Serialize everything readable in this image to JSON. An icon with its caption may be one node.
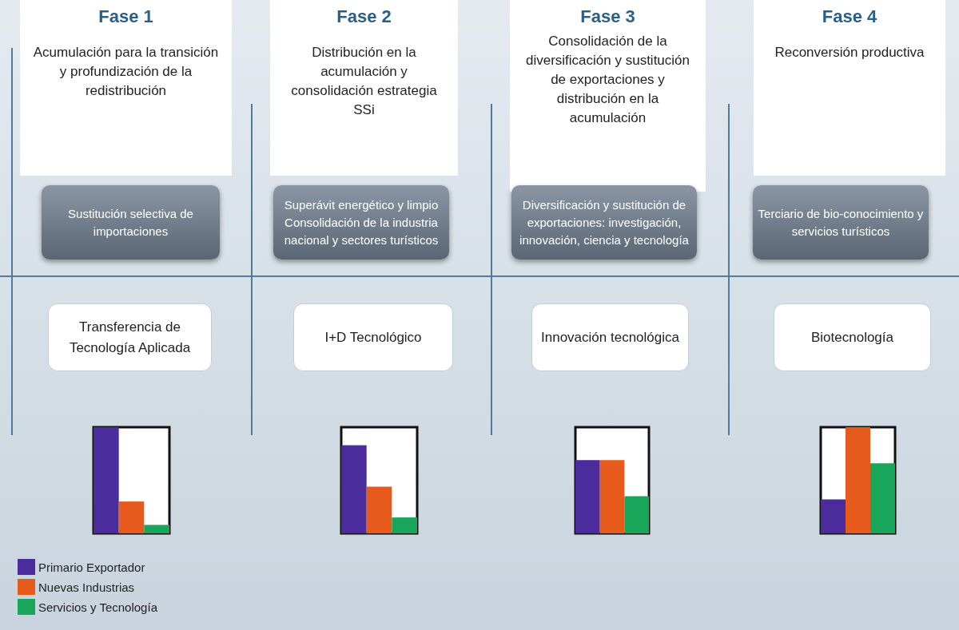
{
  "diagram": {
    "nodes": [
      {
        "text": [
          "Fase 1",
          "Acumulación para la transición y profundización de la redistribución"
        ]
      },
      {
        "text": [
          "Fase 2",
          "Distribución en la acumulación y consolidación estrategia SSi"
        ]
      },
      {
        "text": [
          "Fase 3",
          "Consolidación de la diversificación y sustitución de exportaciones y distribución en la acumulación"
        ]
      },
      {
        "text": [
          "Fase 4",
          "Reconversión productiva"
        ]
      },
      {
        "text": [
          "Sustitución selectiva de importaciones"
        ]
      },
      {
        "text": [
          "Superávit energético y limpio Consolidación de la industria nacional y sectores turísticos"
        ]
      },
      {
        "text": [
          "Diversificación y sustitución de exportaciones: investigación, innovación, ciencia y tecnología"
        ]
      },
      {
        "text": [
          "Terciario de bio-conocimiento y servicios turísticos"
        ]
      },
      {
        "text": [
          "Transferencia de Tecnología Aplicada"
        ]
      },
      {
        "text": [
          "I+D Tecnológico"
        ]
      },
      {
        "text": [
          "Innovación tecnológica"
        ]
      },
      {
        "text": [
          "Biotecnología"
        ]
      }
    ],
    "edges": [],
    "legend": [
      {
        "text": "Primario Exportador",
        "color": "#4a2c9c"
      },
      {
        "text": "Nuevas Industrias",
        "color": "#e65a1c"
      },
      {
        "text": "Servicios y Tecnología",
        "color": "#17a65a"
      }
    ]
  }
}
